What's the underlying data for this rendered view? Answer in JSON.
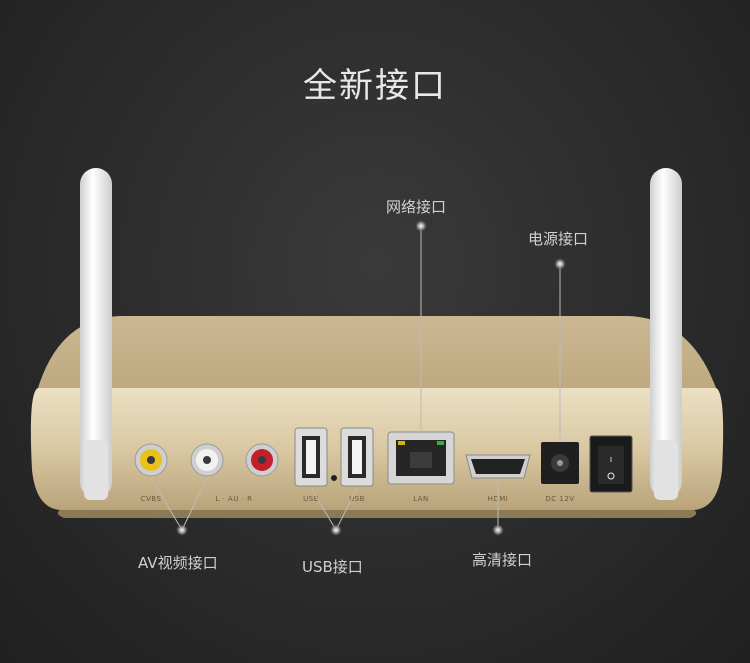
{
  "title": "全新接口",
  "callouts": {
    "network": "网络接口",
    "power": "电源接口",
    "av": "AV视频接口",
    "usb": "USB接口",
    "hdmi": "高清接口"
  },
  "port_labels": {
    "cvbs": "CVBS",
    "lr": "L · AU · R",
    "usb1": "USB",
    "usb2": "USB",
    "lan": "LAN",
    "hdmi": "HDMI",
    "dc": "DC 12V"
  },
  "colors": {
    "background": "#2b2b2b",
    "body_gold": "#d8c7a0",
    "antenna": "#efefef",
    "rca_yellow": "#e8c21a",
    "rca_white": "#f2f2f2",
    "rca_red": "#c41f2a"
  }
}
